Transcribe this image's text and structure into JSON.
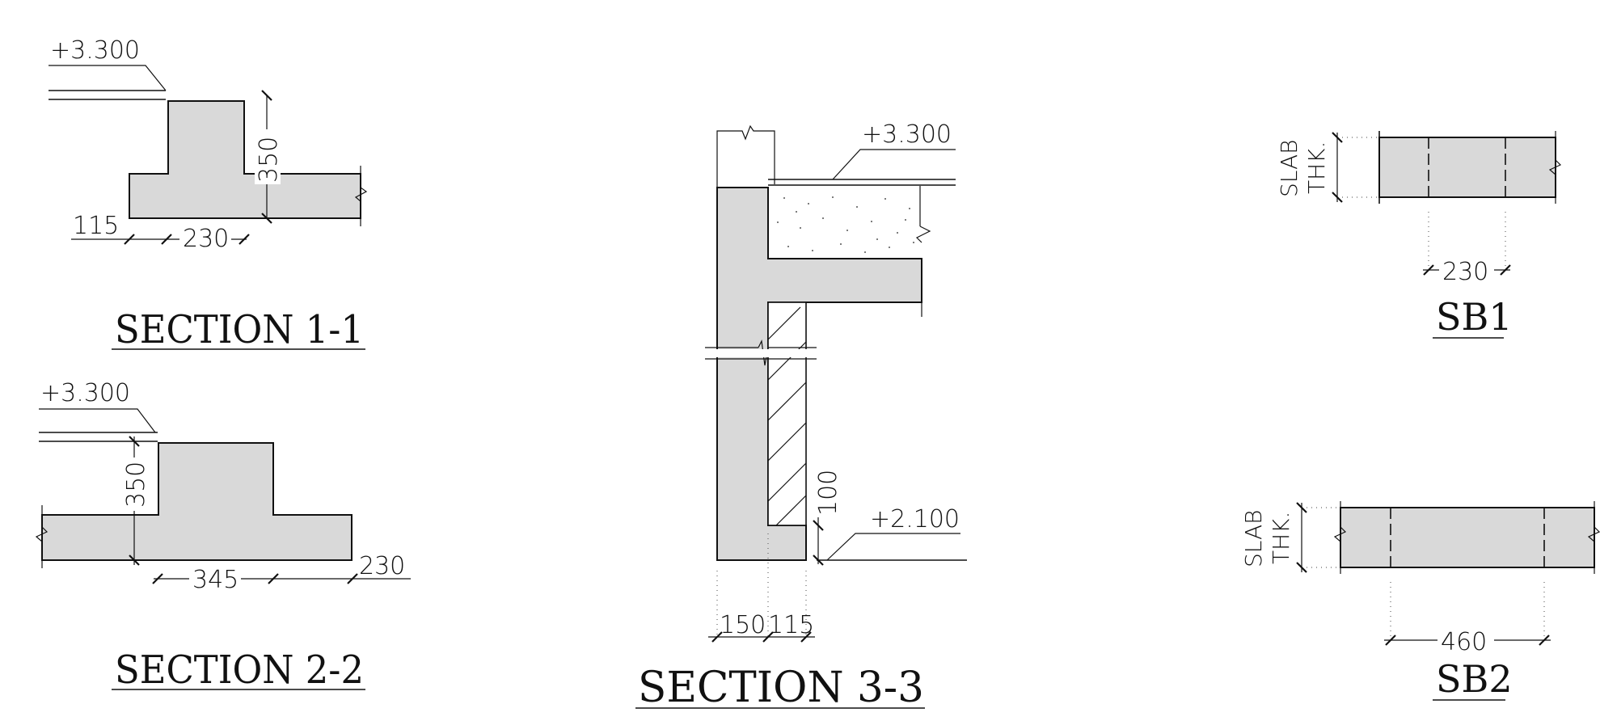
{
  "drawing": {
    "section_1_1": {
      "title": "SECTION 1-1",
      "level": "+3.300",
      "dims": {
        "depth": "350",
        "offset": "115",
        "width": "230"
      }
    },
    "section_2_2": {
      "title": "SECTION 2-2",
      "level": "+3.300",
      "dims": {
        "depth": "350",
        "width": "345",
        "offset": "230"
      }
    },
    "section_3_3": {
      "title": "SECTION 3-3",
      "level_top": "+3.300",
      "level_bottom": "+2.100",
      "dims": {
        "lip": "100",
        "wall": "150",
        "brick": "115"
      }
    },
    "sb1": {
      "title": "SB1",
      "slab_label_1": "SLAB",
      "slab_label_2": "THK.",
      "width": "230"
    },
    "sb2": {
      "title": "SB2",
      "slab_label_1": "SLAB",
      "slab_label_2": "THK.",
      "width": "460"
    }
  }
}
